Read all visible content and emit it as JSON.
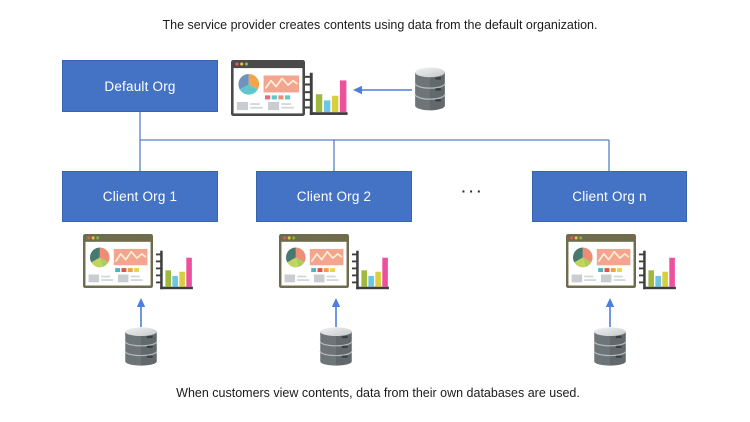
{
  "captions": {
    "top": "The service provider creates contents using data from the default organization.",
    "bottom": "When customers view contents, data from their own databases are used."
  },
  "nodes": {
    "default_org": "Default Org",
    "client_orgs": [
      "Client Org 1",
      "Client Org 2",
      "Client Org n"
    ],
    "ellipsis": "···"
  },
  "colors": {
    "canvas_bg": "#FFFFFF",
    "org_box_fill": "#4472C4",
    "org_box_border": "#3A63AE",
    "org_box_text": "#FFFFFF",
    "connector_line": "#5B7FC7",
    "arrow": "#4D7DE0",
    "caption_text": "#1B1B1B"
  },
  "icons": {
    "dashboard": "browser-dashboard (pie chart, line chart, legend squares, text blocks)",
    "bar_chart": "bar-chart-with-axis (green, cyan, yellow, pink bars)",
    "database": "database-cylinder (3 stacked gray segments)"
  }
}
